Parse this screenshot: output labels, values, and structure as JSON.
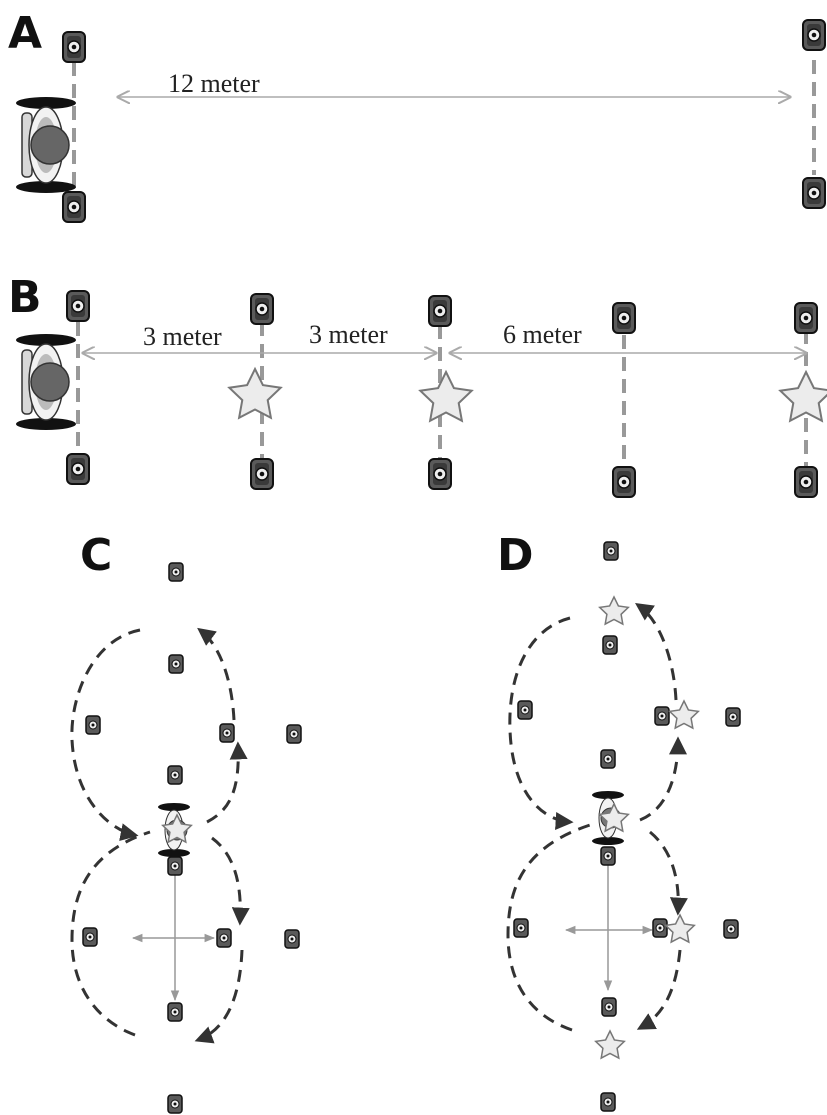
{
  "panels": {
    "a": {
      "letter": "A",
      "distance_label": "12 meter"
    },
    "b": {
      "letter": "B",
      "distance_labels": [
        "3 meter",
        "3 meter",
        "6 meter"
      ]
    },
    "c": {
      "letter": "C"
    },
    "d": {
      "letter": "D"
    }
  },
  "icons": {
    "speaker": "speaker-icon",
    "wheelchair_user": "wheelchair-user-icon",
    "target": "star-icon"
  },
  "colors": {
    "speaker_fill": "#4a4a4a",
    "dashed_line": "#999999",
    "dashed_path": "#333333",
    "distance_arrow": "#aaaaaa",
    "star_fill": "#ececec",
    "star_stroke": "#777777"
  }
}
